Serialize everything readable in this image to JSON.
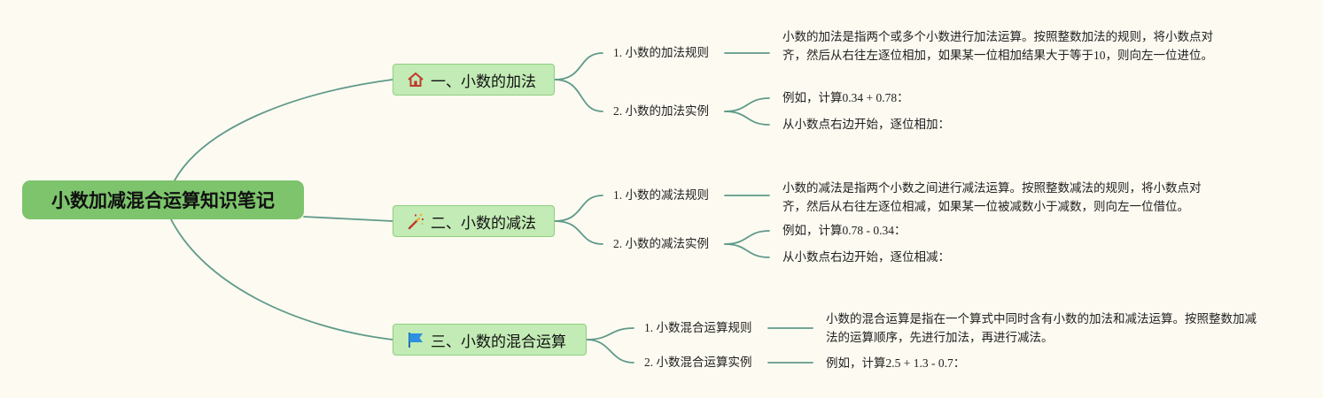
{
  "root": {
    "title": "小数加减混合运算知识笔记"
  },
  "branches": [
    {
      "label": "一、小数的加法",
      "icon": "house-icon",
      "children": [
        {
          "label": "1. 小数的加法规则",
          "notes": [
            "小数的加法是指两个或多个小数进行加法运算。按照整数加法的规则，将小数点对齐，然后从右往左逐位相加，如果某一位相加结果大于等于10，则向左一位进位。"
          ]
        },
        {
          "label": "2. 小数的加法实例",
          "notes": [
            "例如，计算0.34 + 0.78：",
            "从小数点右边开始，逐位相加："
          ]
        }
      ]
    },
    {
      "label": "二、小数的减法",
      "icon": "magic-wand-icon",
      "children": [
        {
          "label": "1. 小数的减法规则",
          "notes": [
            "小数的减法是指两个小数之间进行减法运算。按照整数减法的规则，将小数点对齐，然后从右往左逐位相减，如果某一位被减数小于减数，则向左一位借位。"
          ]
        },
        {
          "label": "2. 小数的减法实例",
          "notes": [
            "例如，计算0.78 - 0.34：",
            "从小数点右边开始，逐位相减："
          ]
        }
      ]
    },
    {
      "label": "三、小数的混合运算",
      "icon": "flag-icon",
      "children": [
        {
          "label": "1. 小数混合运算规则",
          "notes": [
            "小数的混合运算是指在一个算式中同时含有小数的加法和减法运算。按照整数加减法的运算顺序，先进行加法，再进行减法。"
          ]
        },
        {
          "label": "2. 小数混合运算实例",
          "notes": [
            "例如，计算2.5 + 1.3 - 0.7："
          ]
        }
      ]
    }
  ],
  "colors": {
    "background": "#fdfaf1",
    "root_fill": "#7dc46c",
    "branch_fill": "#c2ebb5",
    "branch_border": "#8fcf80",
    "connector": "#5e9a8a"
  }
}
